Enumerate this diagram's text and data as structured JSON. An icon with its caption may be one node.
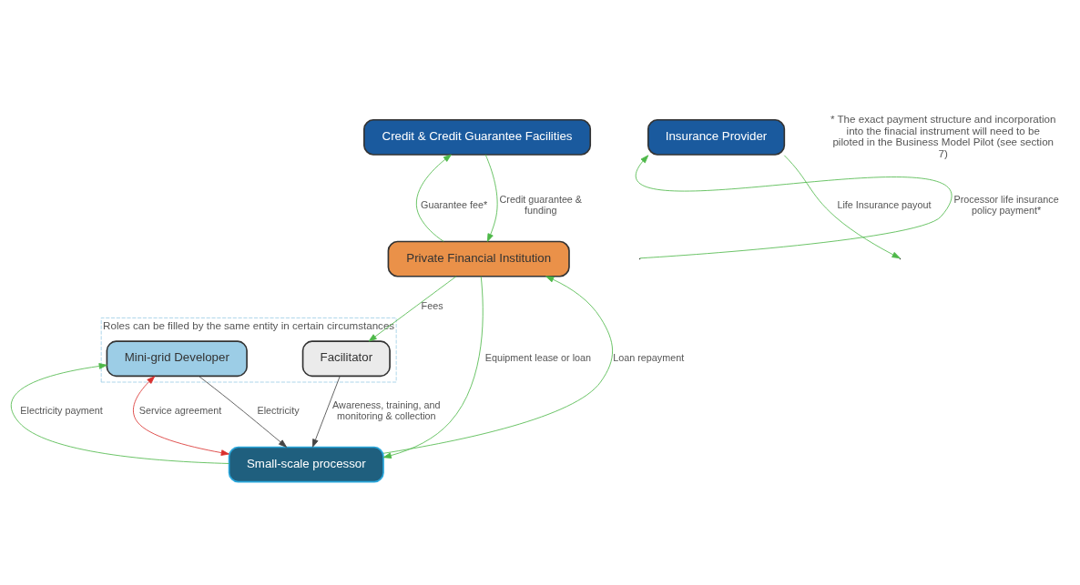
{
  "diagram": {
    "nodes": [
      {
        "text": [
          "Credit & Credit Guarantee Facilities"
        ]
      },
      {
        "text": [
          "Roles can be filled by the same entity in certain circumstances"
        ]
      },
      {
        "text": [
          "Mini-grid Developer"
        ],
        "in": 1
      },
      {
        "text": [
          "Facilitator"
        ],
        "in": 1
      },
      {
        "text": [
          "Private Financial Institution"
        ]
      },
      {
        "text": [
          "Insurance Provider"
        ]
      },
      {
        "text": [
          "Small-scale processor"
        ]
      }
    ],
    "edges": [
      {
        "from": 0,
        "to": 4,
        "arrow": "to",
        "label": "Credit guarantee & funding"
      },
      {
        "from": 4,
        "to": 0,
        "arrow": "to",
        "label": "Guarantee fee*"
      },
      {
        "from": 4,
        "to": 3,
        "arrow": "to",
        "label": "Fees"
      },
      {
        "from": 2,
        "to": 6,
        "arrow": "to",
        "label": "Electricity",
        "color": "#444444"
      },
      {
        "from": 6,
        "to": 2,
        "arrow": "to",
        "label": "Electricity payment"
      },
      {
        "from": 3,
        "to": 6,
        "arrow": "to",
        "label": "Awareness, training, and monitoring & collection",
        "color": "#444444"
      },
      {
        "from": 2,
        "to": 6,
        "arrow": "both",
        "label": "Service agreement",
        "color": "#d9302e"
      },
      {
        "from": 4,
        "to": 6,
        "arrow": "to",
        "label": "Equipment lease or loan"
      },
      {
        "from": 6,
        "to": 4,
        "arrow": "to",
        "label": "Loan repayment"
      },
      {
        "from": null,
        "to": 5,
        "arrow": "to",
        "label": "Processor life insurance policy payment*"
      },
      {
        "from": 5,
        "to": null,
        "arrow": "to",
        "label": "Life Insurance payout"
      }
    ],
    "labels": [
      "* The exact payment structure and incorporation into the finacial instrument will need to be piloted in the Business Model Pilot (see section 7)"
    ]
  }
}
